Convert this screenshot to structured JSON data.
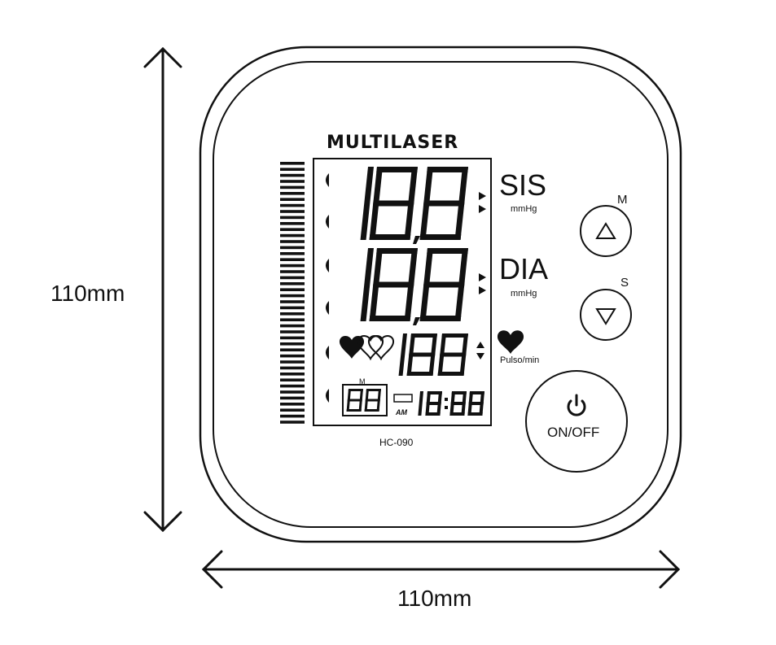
{
  "dimensions": {
    "height_label": "110mm",
    "width_label": "110mm"
  },
  "device": {
    "brand": "MULTILASER",
    "model": "HC-090",
    "display": {
      "systolic_label": "SIS",
      "systolic_unit": "mmHg",
      "diastolic_label": "DIA",
      "diastolic_unit": "mmHg",
      "pulse_unit": "Pulso/min",
      "memory_indicator": "M",
      "am_indicator": "AM"
    },
    "buttons": {
      "up_label": "M",
      "down_label": "S",
      "power_label": "ON/OFF"
    }
  }
}
